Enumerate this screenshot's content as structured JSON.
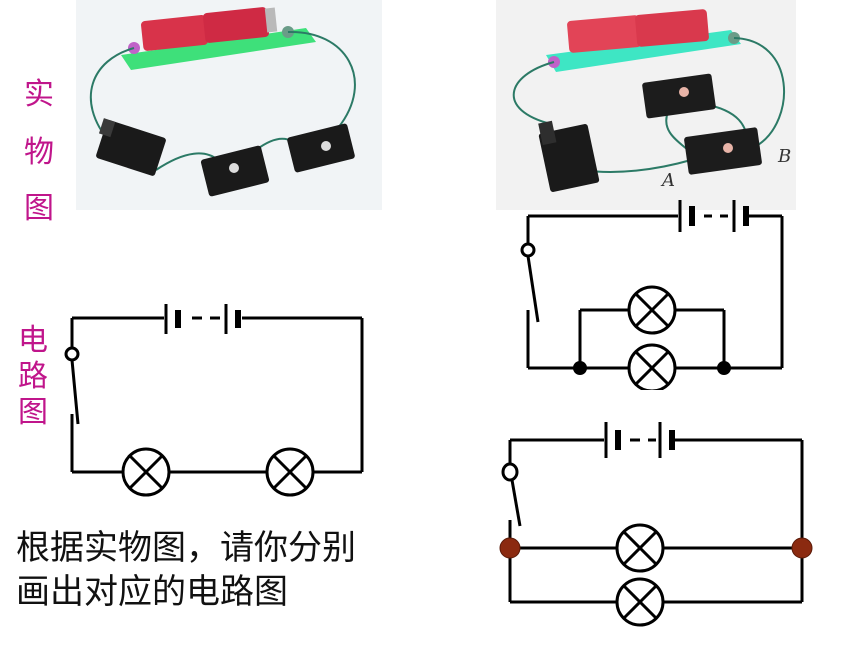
{
  "labels": {
    "photo_label": [
      "实",
      "物",
      "图"
    ],
    "circuit_label": [
      "电",
      "路",
      "图"
    ]
  },
  "instruction": {
    "line1": "根据实物图，请你分别",
    "line2": "画出对应的电路图"
  },
  "photo2_points": {
    "a": "A",
    "b": "B"
  },
  "colors": {
    "label_magenta": "#c0158b",
    "junction_brown": "#8b2a10",
    "battery_red": "#d8334a",
    "base_green": "#3ee07a",
    "base_teal": "#3ee6c4"
  }
}
